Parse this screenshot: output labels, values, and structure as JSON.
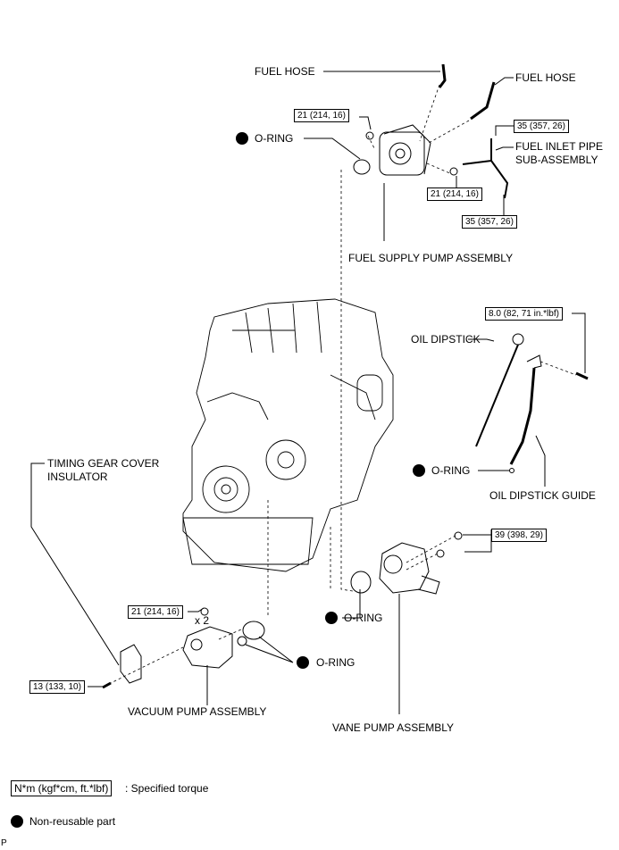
{
  "labels": {
    "fuel_hose_1": "FUEL HOSE",
    "fuel_hose_2": "FUEL HOSE",
    "oring_fuel_pump": "O-RING",
    "fuel_inlet_pipe_1": "FUEL INLET PIPE",
    "fuel_inlet_pipe_2": "SUB-ASSEMBLY",
    "fuel_supply_pump": "FUEL SUPPLY PUMP ASSEMBLY",
    "oil_dipstick": "OIL DIPSTICK",
    "oring_dipstick": "O-RING",
    "oil_dipstick_guide": "OIL DIPSTICK GUIDE",
    "timing_cover_1": "TIMING GEAR COVER",
    "timing_cover_2": "INSULATOR",
    "oring_vane": "O-RING",
    "oring_vacuum": "O-RING",
    "vacuum_pump": "VACUUM PUMP ASSEMBLY",
    "vane_pump": "VANE PUMP ASSEMBLY",
    "times_two": "x 2"
  },
  "torques": {
    "pump_nut_top": "21 (214, 16)",
    "pipe_top": "35 (357, 26)",
    "pump_nut_bottom": "21 (214, 16)",
    "pipe_bottom": "35 (357, 26)",
    "dipstick_bolt": "8.0 (82, 71 in.*lbf)",
    "vane_pump": "39 (398, 29)",
    "vacuum_pump": "21 (214, 16)",
    "timing_cover": "13 (133, 10)"
  },
  "legend": {
    "torque_sample": "N*m (kgf*cm, ft.*lbf)",
    "torque_text": ": Specified torque",
    "non_reusable_text": "Non-reusable part"
  },
  "footer_code": "P"
}
